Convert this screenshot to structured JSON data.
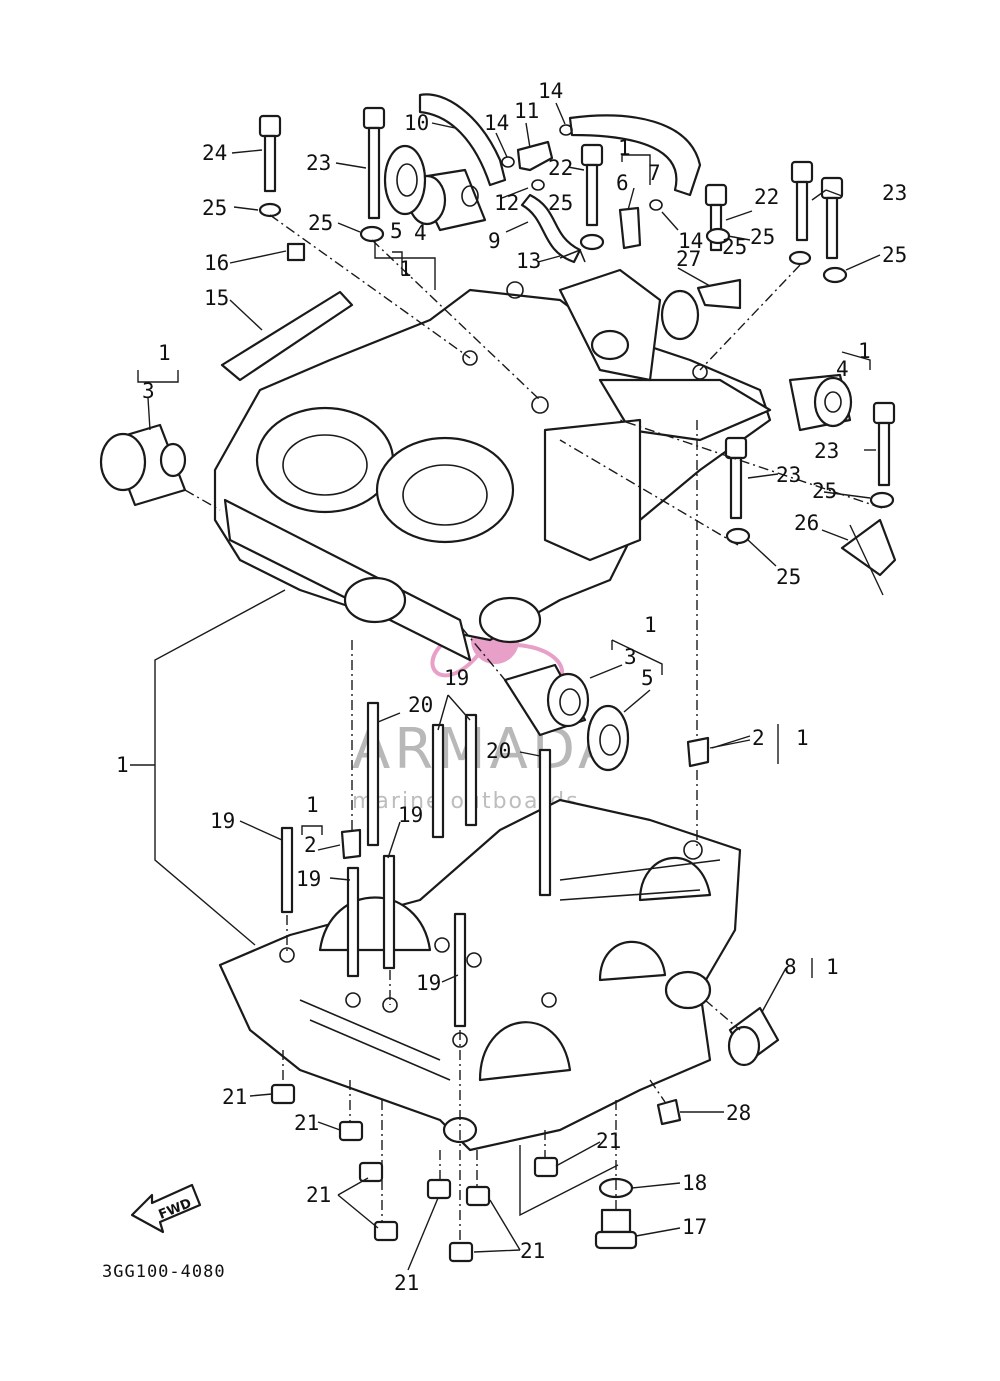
{
  "diagram": {
    "drawing_code": "3GG100-4080",
    "fwd_label": "FWD",
    "watermark": {
      "brand": "ARMADA",
      "tagline": "marine outboards",
      "accent_color": "#e8a0c8"
    },
    "callouts": {
      "c1": "1",
      "c1b": "1",
      "c1c": "1",
      "c1d": "1",
      "c1e": "1",
      "c1f": "1",
      "c1g": "1",
      "c2": "2",
      "c2b": "2",
      "c3": "3",
      "c3b": "3",
      "c4": "4",
      "c4b": "4",
      "c5": "5",
      "c5b": "5",
      "c6": "6",
      "c7": "7",
      "c8": "8",
      "c9": "9",
      "c10": "10",
      "c11": "11",
      "c12": "12",
      "c13": "13",
      "c14": "14",
      "c14b": "14",
      "c14c": "14",
      "c15": "15",
      "c16": "16",
      "c17": "17",
      "c18": "18",
      "c19": "19",
      "c19b": "19",
      "c19c": "19",
      "c19d": "19",
      "c19e": "19",
      "c20": "20",
      "c20b": "20",
      "c21": "21",
      "c21b": "21",
      "c21c": "21",
      "c21d": "21",
      "c21e": "21",
      "c21f": "21",
      "c22": "22",
      "c22b": "22",
      "c23": "23",
      "c23b": "23",
      "c23c": "23",
      "c23d": "23",
      "c24": "24",
      "c25": "25",
      "c25b": "25",
      "c25c": "25",
      "c25d": "25",
      "c25e": "25",
      "c25f": "25",
      "c25g": "25",
      "c25h": "25",
      "c26": "26",
      "c27": "27",
      "c28": "28"
    }
  }
}
